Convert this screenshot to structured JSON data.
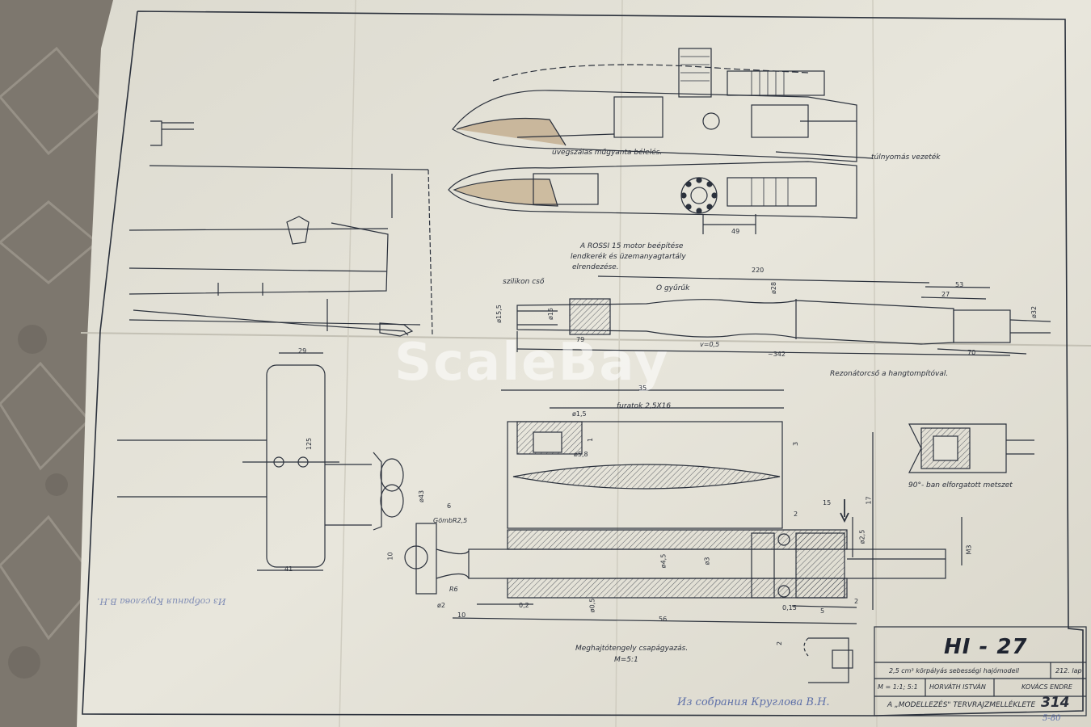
{
  "watermark": "ScaleBay",
  "labels": {
    "fiberglass": "üvegszálas műgyanta bélelés.",
    "overflow": "túlnyomás vezeték",
    "rossi_1": "A  ROSSI  15  motor beépítése",
    "rossi_2": "lendkerék és üzemanyagtartály",
    "rossi_3": "elrendezése.",
    "silicon": "szilikon cső",
    "oring": "O gyűrűk",
    "resonator": "Rezonátorcső a hangtompítóval.",
    "bores": "furatok  2,5X16",
    "section90": "90°- ban elforgatott metszet",
    "shaft_1": "Meghajtótengely csapágyazás.",
    "shaft_2": "M=5:1",
    "gomb": "GömbR2,5"
  },
  "dims": {
    "d29": "29",
    "d125": "125",
    "d41": "41",
    "d43": "ø43",
    "d6": "6",
    "d10": "10",
    "r6": "R6",
    "d2": "ø2",
    "d10b": "10",
    "d02": "0,2",
    "d56": "56",
    "d05": "ø0,5",
    "d35": "35",
    "d15": "ø1,5",
    "d58": "ø5,8",
    "d1": "1",
    "d3": "3",
    "d17": "17",
    "d25": "ø2,5",
    "d2b": "2",
    "d15b": "15",
    "d45": "ø4,5",
    "d3b": "ø3",
    "d015": "0,15",
    "d5": "5",
    "d2c": "2",
    "m3": "M3",
    "d49": "49",
    "d220": "220",
    "d53": "53",
    "d27": "27",
    "d28": "ø28",
    "d155": "ø15,5",
    "d15c": "ø15",
    "d79": "79",
    "v05": "v=0,5",
    "d342": "~342",
    "d70": "70",
    "d32": "ø32",
    "d2d": "2"
  },
  "title_block": {
    "model": "HI - 27",
    "desc": "2,5 cm³ körpályás sebességi hajómodell",
    "sheet": "212. lap",
    "scale": "M = 1:1; 5:1",
    "designer": "HORVÁTH ISTVÁN",
    "drawer": "KOVÁCS ENDRE",
    "footer": "A „MODELLEZÉS\" TERVRAJZMELLÉKLETE",
    "number": "314"
  },
  "handwriting": {
    "collection": "Из собрания Круглова В.Н.",
    "left_note": "Из собрания Круглова В.Н.",
    "corner": "5-80"
  },
  "colors": {
    "paper": "#e4e2d8",
    "ink": "#2b313c",
    "floor": "#8a847a"
  }
}
